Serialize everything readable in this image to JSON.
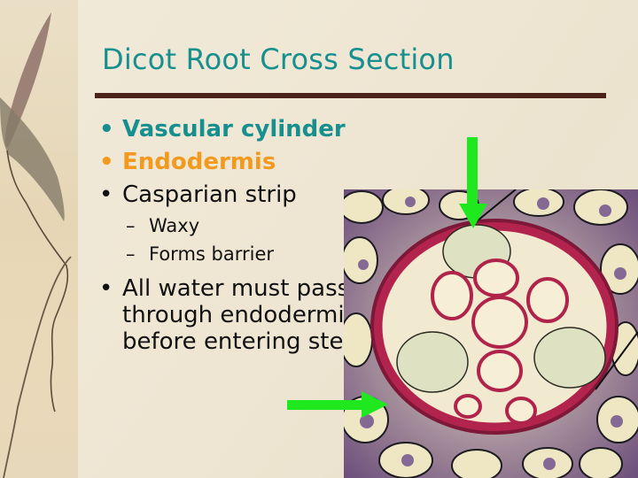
{
  "slide": {
    "title": "Dicot Root Cross Section",
    "colors": {
      "title": "#178f8f",
      "rule": "#4a2418",
      "highlight_teal": "#178f8f",
      "highlight_orange": "#f39a1e",
      "arrow": "#1fe81f",
      "background": "#efe8d8"
    },
    "bullets": [
      {
        "text": "Vascular cylinder"
      },
      {
        "text": "Endodermis"
      },
      {
        "text": "Casparian strip",
        "sub": [
          "Waxy",
          "Forms barrier"
        ]
      },
      {
        "text": "All water must pass through endodermis before entering stele"
      }
    ],
    "image": {
      "description": "micrograph-dicot-root-cross-section",
      "annotations": [
        "arrow-down-to-vascular-cylinder",
        "arrow-right-to-endodermis"
      ]
    }
  }
}
